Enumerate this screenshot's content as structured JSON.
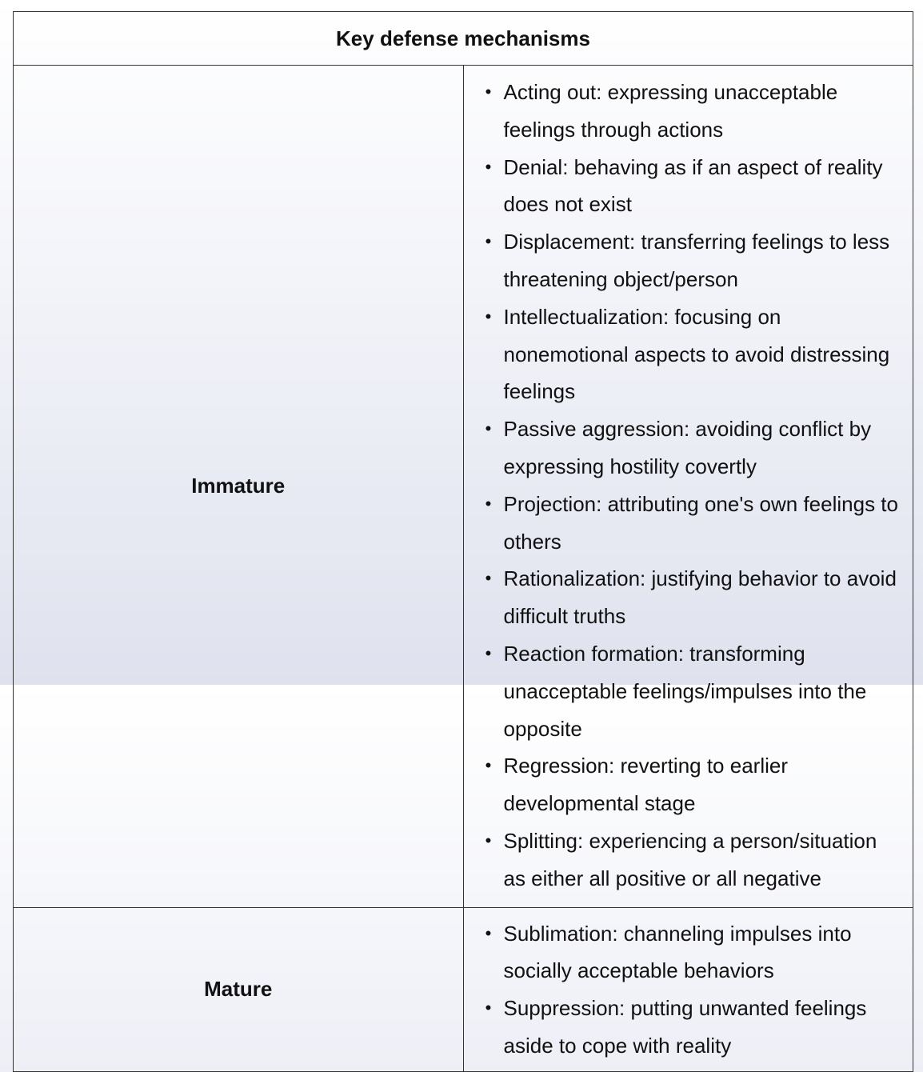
{
  "table": {
    "title": "Key defense mechanisms",
    "rows": [
      {
        "category": "Immature",
        "items": [
          "Acting out: expressing unacceptable feelings through actions",
          "Denial: behaving as if an aspect of reality does not exist",
          "Displacement: transferring feelings to less threatening object/person",
          "Intellectualization: focusing on nonemotional aspects to avoid distressing feelings",
          "Passive aggression: avoiding conflict by expressing hostility covertly",
          "Projection: attributing one's own feelings to others",
          "Rationalization: justifying behavior to avoid difficult truths",
          "Reaction formation: transforming unacceptable feelings/impulses into the opposite",
          "Regression: reverting to earlier developmental stage",
          "Splitting: experiencing a person/situation as either all positive or all negative"
        ]
      },
      {
        "category": "Mature",
        "items": [
          "Sublimation: channeling impulses into socially acceptable behaviors",
          "Suppression: putting unwanted feelings aside to cope with reality"
        ]
      }
    ]
  }
}
